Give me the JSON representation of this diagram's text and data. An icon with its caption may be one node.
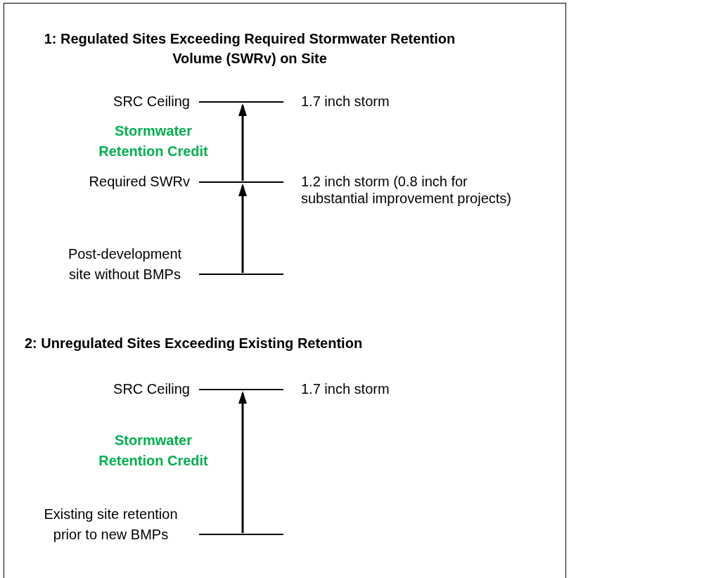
{
  "diagram": {
    "nodes": [
      {
        "text": [],
        "shape": "bar",
        "beside": [
          "SRC Ceiling",
          "1.7 inch storm"
        ]
      },
      {
        "text": [],
        "shape": "bar",
        "beside": [
          "Required SWRv",
          "1.2 inch storm (0.8 inch for substantial improvement projects)"
        ]
      },
      {
        "text": [],
        "shape": "bar",
        "beside": [
          "Post-development site without BMPs"
        ]
      },
      {
        "text": [],
        "shape": "bar",
        "beside": [
          "SRC Ceiling",
          "1.7 inch storm"
        ]
      },
      {
        "text": [],
        "shape": "bar",
        "beside": [
          "Existing site retention prior to new BMPs"
        ]
      }
    ],
    "edges": [
      {
        "from": 1,
        "to": 0,
        "arrow": "to",
        "label": "Stormwater Retention Credit"
      },
      {
        "from": 2,
        "to": 1,
        "arrow": "to"
      },
      {
        "from": 4,
        "to": 3,
        "arrow": "to",
        "label": "Stormwater Retention Credit"
      }
    ],
    "labels": [
      "1: Regulated Sites Exceeding Required Stormwater Retention Volume (SWRv) on Site",
      "2: Unregulated Sites Exceeding Existing Retention"
    ]
  }
}
